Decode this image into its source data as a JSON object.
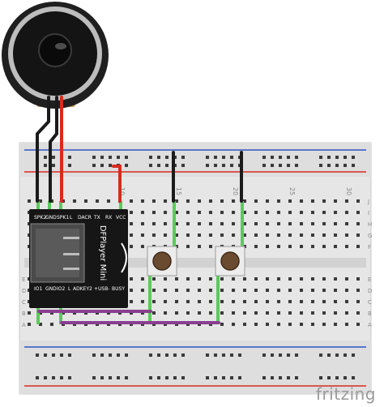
{
  "brand": "fritzing",
  "module": {
    "name": "DFPlayer Mini",
    "top_pins": [
      "SPK2",
      "GND",
      "SPK1",
      "L",
      "DACR",
      "TX",
      "RX",
      "VCC"
    ],
    "bottom_pins": [
      "IO1",
      "GND",
      "IO2",
      "L",
      "ADKEY2",
      "+",
      "USB-",
      "BUSY"
    ]
  },
  "breadboard": {
    "column_numbers": [
      "10",
      "15",
      "20",
      "25",
      "30"
    ],
    "row_letters_top": [
      "J",
      "I",
      "H",
      "G",
      "F"
    ],
    "row_letters_bottom": [
      "E",
      "D",
      "C",
      "B",
      "A"
    ]
  },
  "wire_colors": {
    "black": "#1b1b1b",
    "red": "#d62b1f",
    "purple": "#8a3f8f",
    "green_conn": "#5cc95c"
  }
}
